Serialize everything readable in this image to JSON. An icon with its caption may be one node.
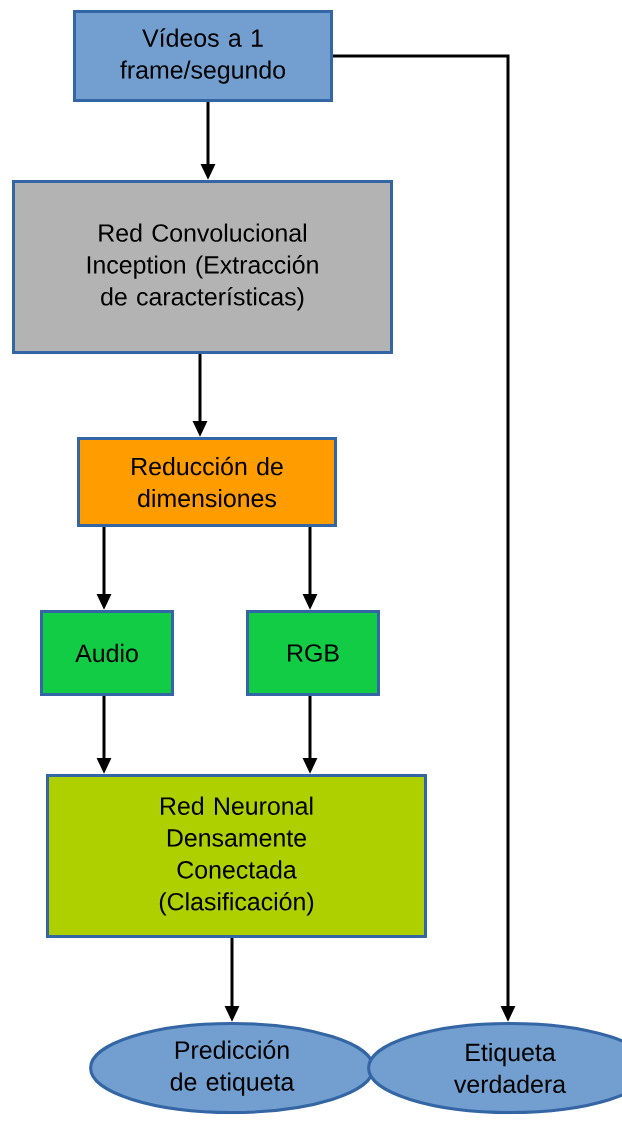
{
  "diagram": {
    "nodes": [
      {
        "text": [
          "Vídeos a 1 frame/segundo"
        ]
      },
      {
        "text": [
          "Red Convolucional Inception (Extracción de características)"
        ]
      },
      {
        "text": [
          "Reducción de dimensiones"
        ]
      },
      {
        "text": [
          "Audio"
        ]
      },
      {
        "text": [
          "RGB"
        ]
      },
      {
        "text": [
          "Red Neuronal Densamente Conectada (Clasificación)"
        ]
      },
      {
        "text": [
          "Predicción de etiqueta"
        ]
      },
      {
        "text": [
          "Etiqueta verdadera"
        ]
      }
    ],
    "edges": [
      {
        "from": 0,
        "to": 1,
        "arrow": "to"
      },
      {
        "from": 1,
        "to": 2,
        "arrow": "to"
      },
      {
        "from": 2,
        "to": 3,
        "arrow": "to"
      },
      {
        "from": 2,
        "to": 4,
        "arrow": "to"
      },
      {
        "from": 3,
        "to": 5,
        "arrow": "to"
      },
      {
        "from": 4,
        "to": 5,
        "arrow": "to"
      },
      {
        "from": 5,
        "to": 6,
        "arrow": "to"
      },
      {
        "from": 0,
        "to": 7,
        "arrow": "to"
      }
    ]
  }
}
